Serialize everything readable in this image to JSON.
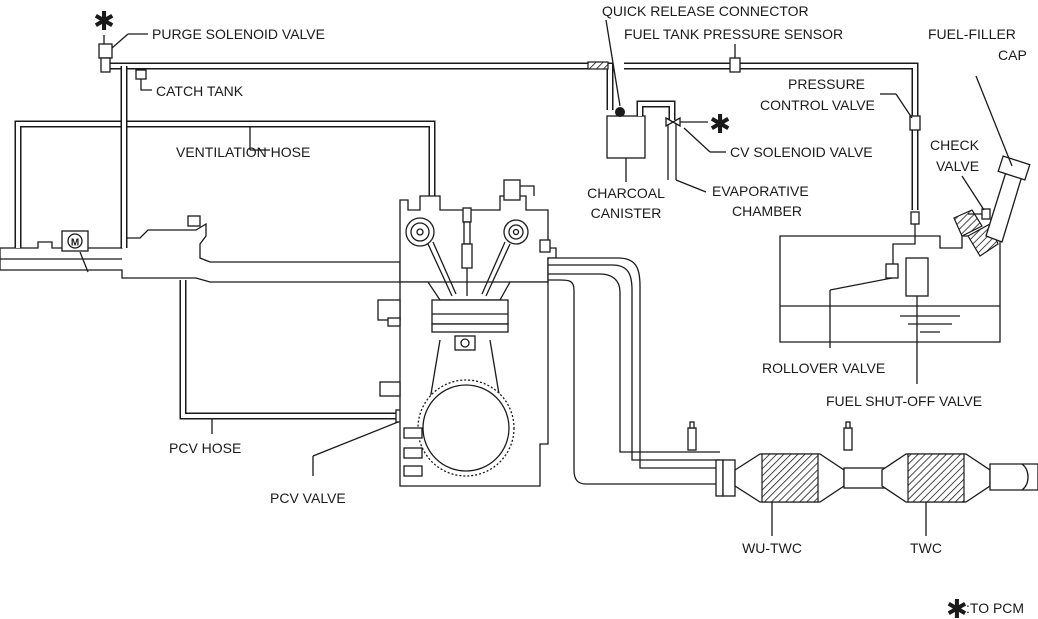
{
  "labels": {
    "purge_solenoid_valve": "PURGE SOLENOID VALVE",
    "catch_tank": "CATCH TANK",
    "ventilation_hose": "VENTILATION HOSE",
    "quick_release_connector": "QUICK RELEASE CONNECTOR",
    "fuel_tank_pressure_sensor": "FUEL TANK PRESSURE SENSOR",
    "fuel_filler_cap_line1": "FUEL-FILLER",
    "fuel_filler_cap_line2": "CAP",
    "pressure_control_valve_line1": "PRESSURE",
    "pressure_control_valve_line2": "CONTROL VALVE",
    "cv_solenoid_valve": "CV SOLENOID VALVE",
    "check_valve_line1": "CHECK",
    "check_valve_line2": "VALVE",
    "charcoal_canister_line1": "CHARCOAL",
    "charcoal_canister_line2": "CANISTER",
    "evaporative_chamber_line1": "EVAPORATIVE",
    "evaporative_chamber_line2": "CHAMBER",
    "rollover_valve": "ROLLOVER VALVE",
    "fuel_shutoff_valve": "FUEL SHUT-OFF VALVE",
    "pcv_hose": "PCV HOSE",
    "pcv_valve": "PCV VALVE",
    "wu_twc": "WU-TWC",
    "twc": "TWC",
    "motor_mark": "M"
  },
  "legend": {
    "symbol": "✱",
    "text": ":TO PCM"
  },
  "symbols": {
    "to_pcm_marker": "✱"
  }
}
